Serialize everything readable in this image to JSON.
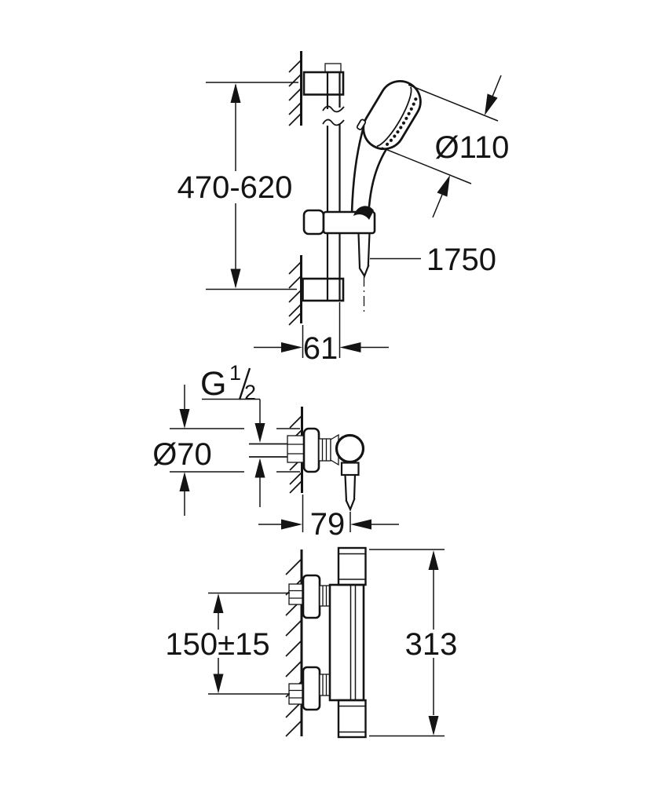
{
  "colors": {
    "background": "#ffffff",
    "ink": "#141414"
  },
  "drawing": {
    "rail_set": {
      "rail_height_range": "470-620",
      "head_diameter": "Ø110",
      "hose_length": "1750",
      "wall_offset": "61"
    },
    "mixer": {
      "thread_prefix": "G",
      "thread_numerator": "1",
      "thread_denominator": "2",
      "escutcheon_diameter": "Ø70",
      "depth": "79"
    },
    "thermostat": {
      "inlet_spacing": "150±15",
      "overall_width": "313"
    }
  }
}
